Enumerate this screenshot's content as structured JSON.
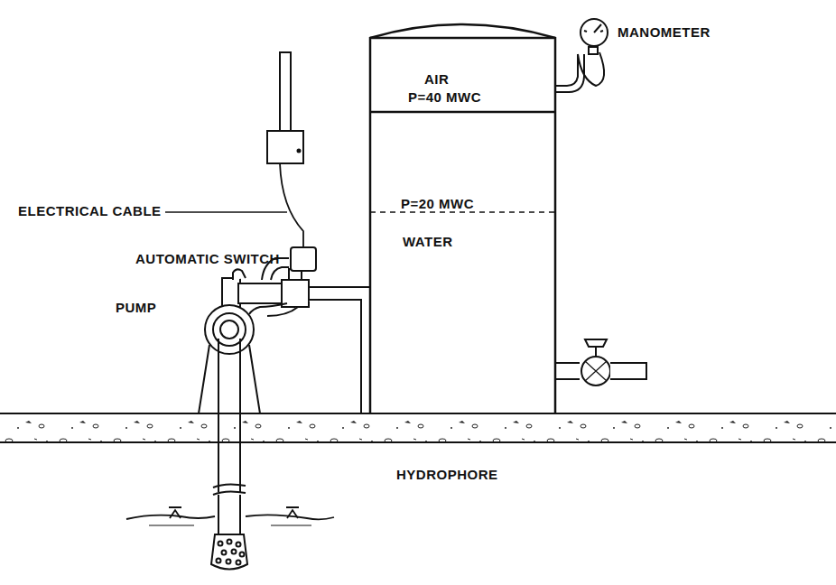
{
  "diagram": {
    "nodes": [
      {
        "text": [
          "AIR",
          "P=40 MWC",
          "P=20 MWC",
          "WATER"
        ]
      }
    ],
    "labels": [
      "MANOMETER",
      "ELECTRICAL CABLE",
      "AUTOMATIC SWITCH",
      "PUMP",
      "HYDROPHORE"
    ]
  }
}
